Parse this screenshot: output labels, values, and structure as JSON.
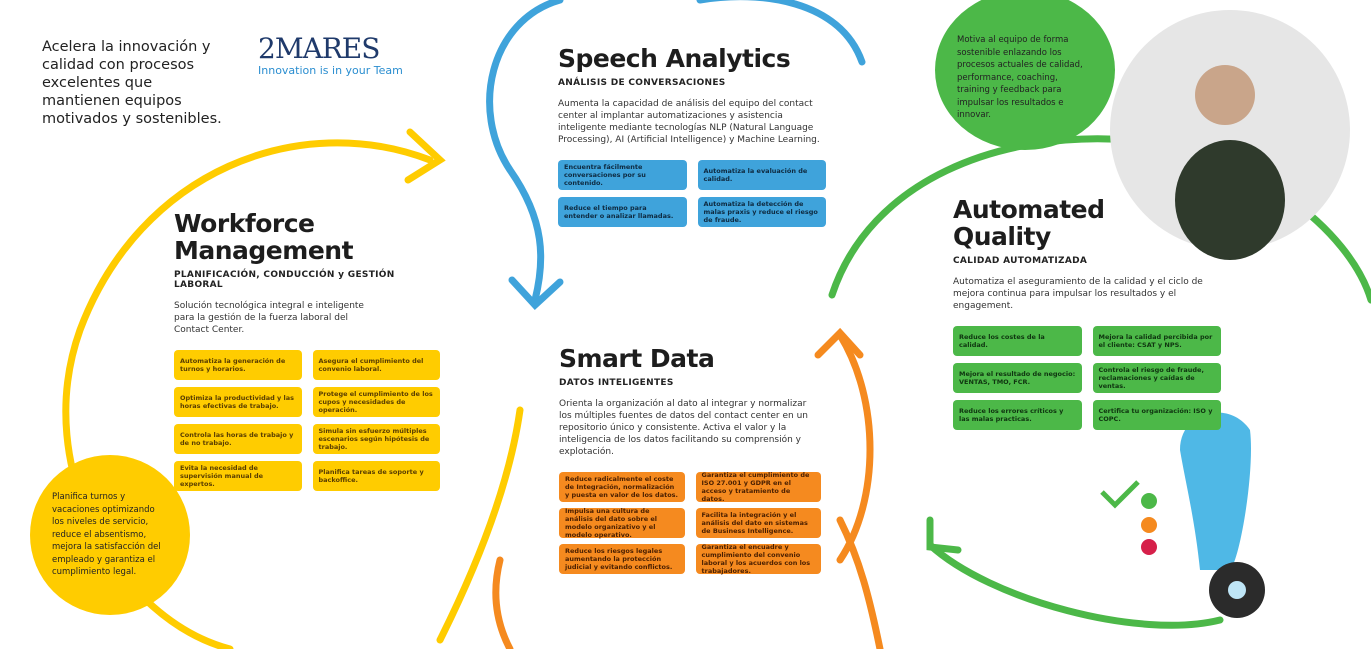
{
  "intro": "Acelera la innovación y calidad con procesos excelentes que mantienen equipos motivados y sostenibles.",
  "logo": {
    "name": "2MARES",
    "tagline": "Innovation is in your Team"
  },
  "colors": {
    "yellow": "#FFCC00",
    "blue": "#3FA3DB",
    "orange": "#F58A1F",
    "green": "#4CB848"
  },
  "workforce": {
    "title": "Workforce Management",
    "subtitle": "PLANIFICACIÓN, CONDUCCIÓN y GESTIÓN LABORAL",
    "description": "Solución tecnológica integral e inteligente para la gestión de la fuerza laboral del Contact Center.",
    "items": [
      "Automatiza la generación de turnos y horarios.",
      "Asegura el cumplimiento del convenio laboral.",
      "Optimiza la productividad y las horas efectivas de trabajo.",
      "Protege el cumplimiento de los cupos y necesidades de operación.",
      "Controla las horas de trabajo y de no trabajo.",
      "Simula sin esfuerzo múltiples escenarios según hipótesis de trabajo.",
      "Evita la necesidad de supervisión manual de expertos.",
      "Planifica tareas de soporte y backoffice."
    ],
    "bubble": "Planifica turnos y vacaciones optimizando los niveles de servicio, reduce el absentismo, mejora la satisfacción del empleado y garantiza el cumplimiento legal."
  },
  "speech": {
    "title": "Speech Analytics",
    "subtitle": "ANÁLISIS DE CONVERSACIONES",
    "description": "Aumenta la capacidad de análisis del equipo del contact center al implantar automatizaciones y asistencia inteligente mediante tecnologías NLP (Natural Language Processing), AI (Artificial Intelligence) y Machine Learning.",
    "items": [
      "Encuentra fácilmente conversaciones por su contenido.",
      "Automatiza la evaluación de calidad.",
      "Reduce el tiempo para entender o analizar llamadas.",
      "Automatiza la detección de malas praxis y reduce el riesgo de fraude."
    ]
  },
  "smart": {
    "title": "Smart Data",
    "subtitle": "DATOS INTELIGENTES",
    "description": "Orienta la organización al dato al integrar y normalizar los múltiples fuentes de datos del contact center en un repositorio único y consistente. Activa el valor y la inteligencia de los datos facilitando su comprensión y explotación.",
    "items": [
      "Reduce radicalmente el coste de Integración, normalización y puesta en valor de los datos.",
      "Garantiza el cumplimiento de ISO 27.001 y GDPR en el acceso y tratamiento de datos.",
      "Impulsa una cultura de análisis del dato sobre el modelo organizativo y el modelo operativo.",
      "Facilita la integración y el análisis del dato en sistemas de Business Intelligence.",
      "Reduce los riesgos legales aumentando la protección judicial y evitando conflictos.",
      "Garantiza el encuadre y cumplimiento del convenio laboral y los acuerdos con los trabajadores."
    ]
  },
  "quality": {
    "title": "Automated Quality",
    "subtitle": "CALIDAD AUTOMATIZADA",
    "description": "Automatiza el aseguramiento de la calidad y el ciclo de mejora continua para impulsar los resultados y el engagement.",
    "items": [
      "Reduce los costes de la calidad.",
      "Mejora la calidad percibida por el cliente: CSAT y NPS.",
      "Mejora el resultado de negocio: VENTAS, TMO, FCR.",
      "Controla el riesgo de fraude, reclamaciones y caídas de ventas.",
      "Reduce los errores críticos y las malas practicas.",
      "Certifica tu organización: ISO y COPC."
    ],
    "bubble": "Motiva al equipo de forma sostenible enlazando los procesos actuales de calidad, performance, coaching, training y feedback para impulsar los resultados e innovar."
  }
}
